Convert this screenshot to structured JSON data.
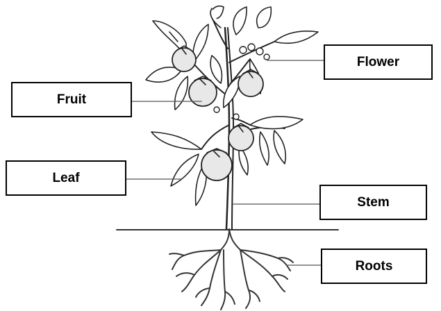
{
  "diagram": {
    "labels": {
      "flower": "Flower",
      "fruit": "Fruit",
      "leaf": "Leaf",
      "stem": "Stem",
      "roots": "Roots"
    }
  }
}
